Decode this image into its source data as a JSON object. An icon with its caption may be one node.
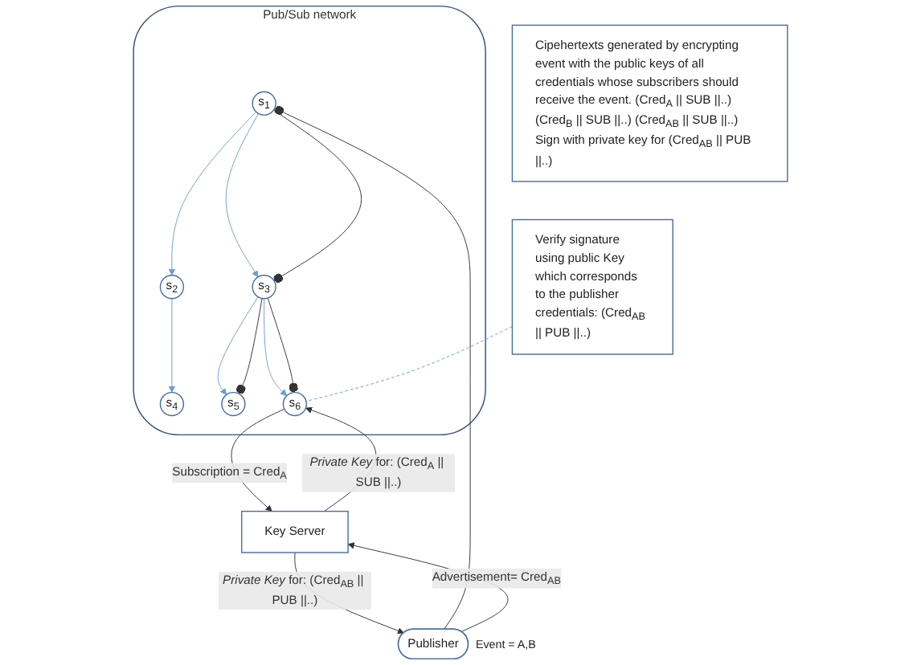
{
  "diagram": {
    "nodes": [
      {
        "text": [
          "Pub/Sub network"
        ]
      },
      {
        "text": [
          "s$_{1}$"
        ],
        "in": 0
      },
      {
        "text": [
          "s$_{2}$"
        ],
        "in": 0
      },
      {
        "text": [
          "s$_{3}$"
        ],
        "in": 0
      },
      {
        "text": [
          "s$_{4}$"
        ],
        "in": 0
      },
      {
        "text": [
          "s$_{5}$"
        ],
        "in": 0
      },
      {
        "text": [
          "s$_{6}$"
        ],
        "in": 0
      },
      {
        "text": [
          "Cipehertexts generated by encrypting event with the public keys of all credentials whose subscribers should receive the event. (Cred$_{A}$ || SUB ||..) (Cred$_{B}$ || SUB ||..) (Cred$_{AB}$ || SUB ||..) Sign with private key for (Cred$_{AB}$ || PUB ||..)"
        ]
      },
      {
        "text": [
          "Publisher"
        ],
        "beside": [
          "Event =  A,B"
        ]
      },
      {
        "text": [
          "Verify signature using public Key which corresponds to the publisher credentials: (Cred$_{AB}$ || PUB ||..)"
        ]
      },
      {
        "text": [
          "Key Server"
        ]
      }
    ],
    "edges": [
      {
        "from": 1,
        "to": 2,
        "arrow": "to",
        "color": "#6a9fd4"
      },
      {
        "from": 1,
        "to": 3,
        "arrow": "to",
        "color": "#6a9fd4"
      },
      {
        "from": 2,
        "to": 4,
        "arrow": "to",
        "color": "#6a9fd4"
      },
      {
        "from": 3,
        "to": 5,
        "arrow": "to",
        "color": "#6a9fd4"
      },
      {
        "from": 3,
        "to": 6,
        "arrow": "to",
        "color": "#6a9fd4"
      },
      {
        "from": 8,
        "to": 1,
        "arrow": "other"
      },
      {
        "from": 1,
        "to": 3,
        "arrow": "other"
      },
      {
        "from": 3,
        "to": 5,
        "arrow": "other"
      },
      {
        "from": 3,
        "to": 6,
        "arrow": "other"
      },
      {
        "from": 10,
        "to": 6,
        "arrow": "to",
        "label": "*Private Key* for: (Cred$_{A}$ || SUB ||..)"
      },
      {
        "from": 6,
        "to": 10,
        "arrow": "to",
        "label": "Subscription = Cred$_{A}$"
      },
      {
        "from": 10,
        "to": 8,
        "arrow": "to",
        "label": "*Private Key* for: (Cred$_{AB}$ || PUB ||..)"
      },
      {
        "from": 8,
        "to": 10,
        "arrow": "to",
        "label": "Advertisement=  Cred$_{AB}$"
      },
      {
        "from": 9,
        "to": 6,
        "arrow": "none",
        "style": "dashed",
        "color": "#6a9fd4"
      }
    ]
  }
}
